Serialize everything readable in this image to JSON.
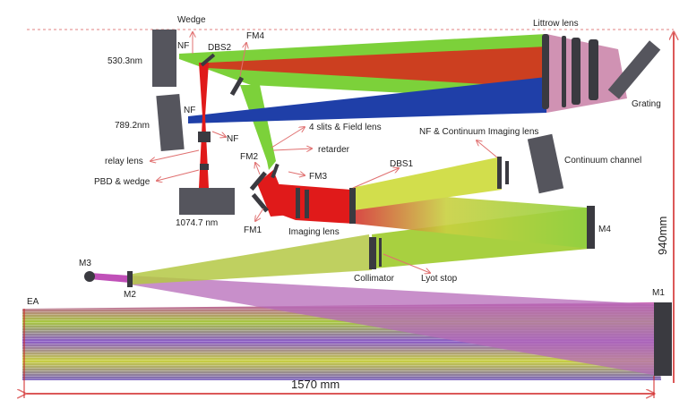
{
  "labels": {
    "wedge": "Wedge",
    "fm4": "FM4",
    "nf_top": "NF",
    "dbs2": "DBS2",
    "det_530": "530.3nm",
    "det_789": "789.2nm",
    "nf_789": "NF",
    "nf_relay": "NF",
    "relay_lens": "relay lens",
    "pbd_wedge": "PBD & wedge",
    "det_1074": "1074.7 nm",
    "slits": "4 slits & Field lens",
    "retarder": "retarder",
    "fm2": "FM2",
    "fm3": "FM3",
    "fm1": "FM1",
    "imaging_lens": "Imaging lens",
    "dbs1": "DBS1",
    "nf_continuum": "NF & Continuum Imaging lens",
    "continuum_channel": "Continuum channel",
    "littrow_lens": "Littrow lens",
    "grating": "Grating",
    "m4": "M4",
    "m3": "M3",
    "m2": "M2",
    "m1": "M1",
    "collimator": "Collimator",
    "lyot_stop": "Lyot stop",
    "ea": "EA"
  },
  "dimensions": {
    "height": "940mm",
    "width": "1570 mm"
  },
  "colors": {
    "green": "#7cd13a",
    "red": "#e0141a",
    "blue": "#1f3fa8",
    "yellow": "#cfe04a",
    "purple": "#9a58b8",
    "arrow": "#e07070",
    "device": "#55555d"
  }
}
